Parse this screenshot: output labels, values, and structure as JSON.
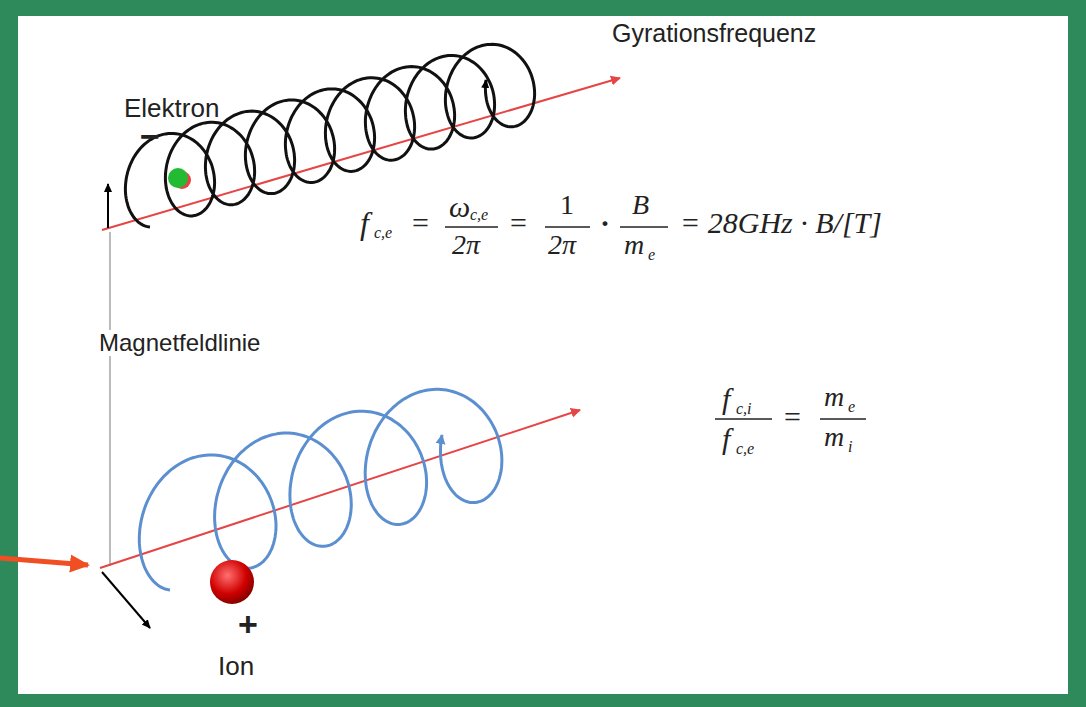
{
  "diagram": {
    "title": "Gyrationsfrequenz",
    "labels": [
      "Elektron",
      "−",
      "Magnetfeldlinie",
      "+",
      "Ion",
      "f",
      "c,e",
      "=",
      "ω",
      "c,e",
      "2π",
      "=",
      "1",
      "2π",
      "·",
      "B",
      "m",
      "e",
      "= 28GHz · B/[T]",
      "f",
      "c,i",
      "f",
      "c,e",
      "=",
      "m",
      "e",
      "m",
      "i"
    ]
  }
}
